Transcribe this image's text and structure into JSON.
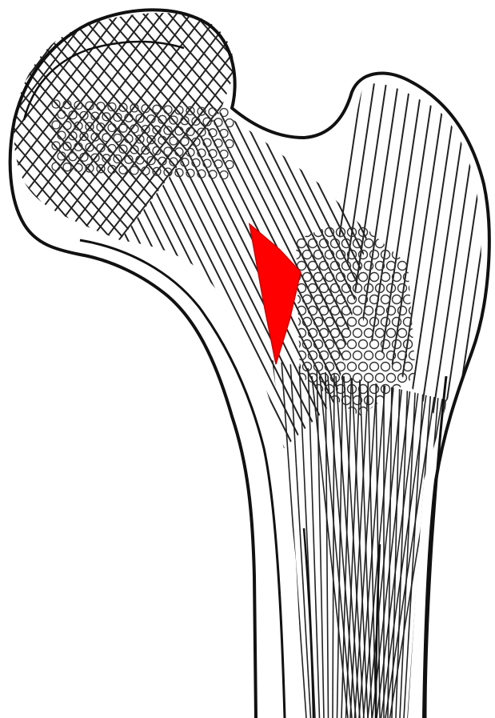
{
  "diagram": {
    "subject": "proximal-femur-trabecular-pattern",
    "colors": {
      "background": "#ffffff",
      "ink": "#111111",
      "highlight": "#ff0000"
    },
    "regions": [
      {
        "id": "femoral-head",
        "pattern": "crossing-trabeculae"
      },
      {
        "id": "femoral-neck",
        "pattern": "parallel-compressive-trabeculae"
      },
      {
        "id": "greater-trochanter",
        "pattern": "arched-trabeculae"
      },
      {
        "id": "wards-triangle",
        "pattern": "highlighted-void"
      },
      {
        "id": "shaft",
        "pattern": "converging-cortical-lines"
      }
    ]
  }
}
